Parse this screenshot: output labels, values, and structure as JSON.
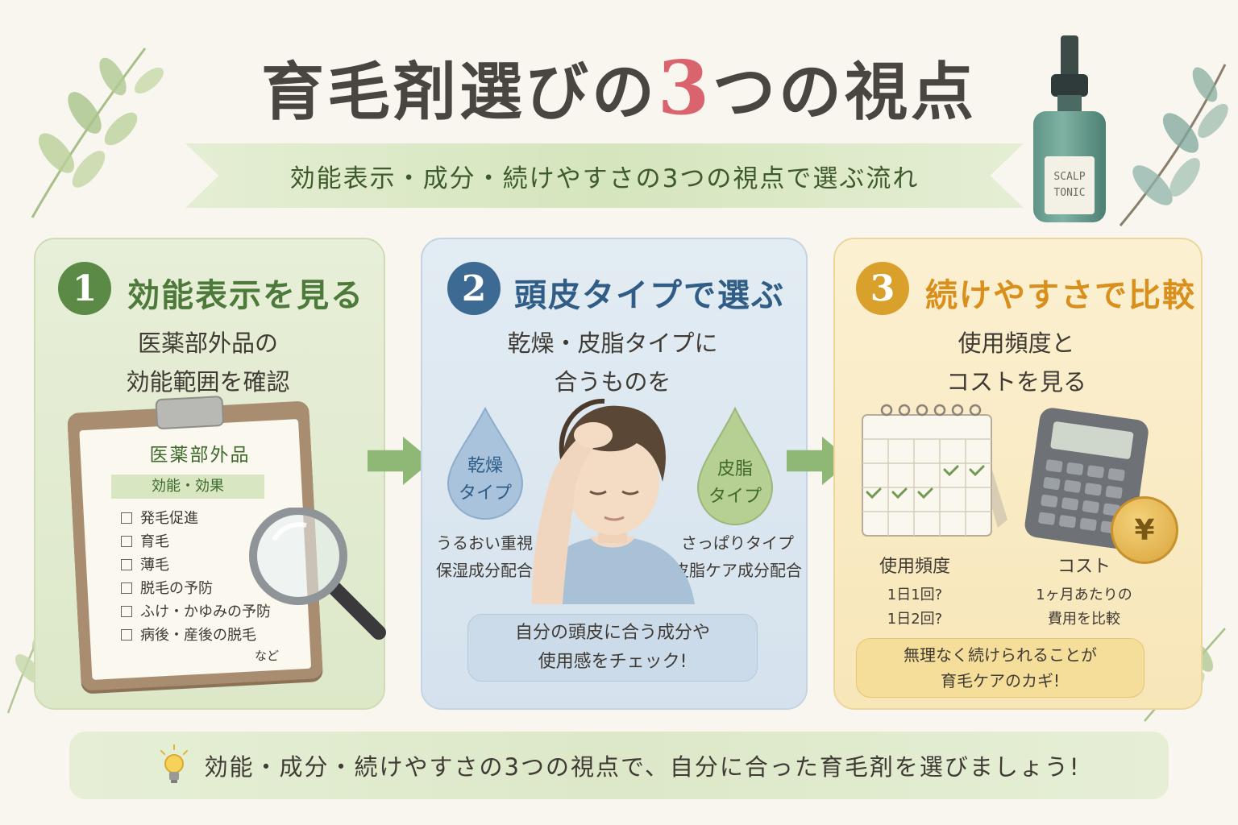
{
  "title": {
    "before": "育毛剤選びの",
    "number": "3",
    "after": "つの視点"
  },
  "subtitle": "効能表示・成分・続けやすさの3つの視点で選ぶ流れ",
  "bottle": {
    "line1": "SCALP",
    "line2": "TONIC"
  },
  "steps": [
    {
      "number": "1",
      "heading": "効能表示を見る",
      "desc_line1": "医薬部外品の",
      "desc_line2": "効能範囲を確認",
      "clipboard": {
        "title": "医薬部外品",
        "label": "効能・効果",
        "items": [
          "発毛促進",
          "育毛",
          "薄毛",
          "脱毛の予防",
          "ふけ・かゆみの予防",
          "病後・産後の脱毛"
        ],
        "etc": "など"
      }
    },
    {
      "number": "2",
      "heading": "頭皮タイプで選ぶ",
      "desc_line1": "乾燥・皮脂タイプに",
      "desc_line2": "合うものを",
      "dry": {
        "line1": "乾燥",
        "line2": "タイプ",
        "note1": "うるおい重視",
        "note2": "保湿成分配合"
      },
      "oily": {
        "line1": "皮脂",
        "line2": "タイプ",
        "note1": "さっぱりタイプ",
        "note2": "皮脂ケア成分配合"
      },
      "note_line1": "自分の頭皮に合う成分や",
      "note_line2": "使用感をチェック!"
    },
    {
      "number": "3",
      "heading": "続けやすさで比較",
      "desc_line1": "使用頻度と",
      "desc_line2": "コストを見る",
      "frequency": {
        "label": "使用頻度",
        "line1": "1日1回?",
        "line2": "1日2回?"
      },
      "cost": {
        "label": "コスト",
        "line1": "1ヶ月あたりの",
        "line2": "費用を比較",
        "coin": "¥"
      },
      "note_line1": "無理なく続けられることが",
      "note_line2": "育毛ケアのカギ!"
    }
  ],
  "bottom_message": "効能・成分・続けやすさの3つの視点で、自分に合った育毛剤を選びましょう!",
  "colors": {
    "green": "#4d7a3a",
    "blue": "#2f5d86",
    "orange": "#d98f1c",
    "accent_red": "#d9646e"
  }
}
